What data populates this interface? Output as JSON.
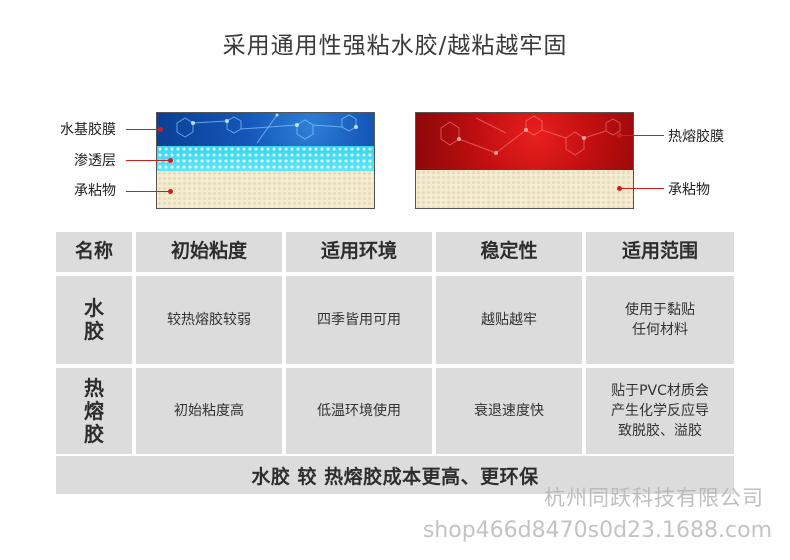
{
  "title": "采用通用性强粘水胶/越粘越牢固",
  "diagram": {
    "left_labels": {
      "water_film": "水基胶膜",
      "penetration": "渗透层",
      "substrate": "承粘物"
    },
    "right_labels": {
      "hotmelt_film": "热熔胶膜",
      "substrate": "承粘物"
    }
  },
  "table": {
    "headers": [
      "名称",
      "初始粘度",
      "适用环境",
      "稳定性",
      "适用范围"
    ],
    "rows": [
      {
        "name_chars": [
          "水",
          "胶"
        ],
        "cells": [
          "较热熔胶较弱",
          "四季皆用可用",
          "越贴越牢",
          "使用于黏贴\n任何材料"
        ]
      },
      {
        "name_chars": [
          "热",
          "熔",
          "胶"
        ],
        "cells": [
          "初始粘度高",
          "低温环境使用",
          "衰退速度快",
          "贴于PVC材质会\n产生化学反应导\n致脱胶、溢胶"
        ]
      }
    ],
    "footer": "水胶 较 热熔胶成本更高、更环保"
  },
  "watermarks": {
    "company": "杭州同跃科技有限公司",
    "shop_url": "shop466d8470s0d23.1688.com"
  },
  "colors": {
    "callout_red": "#d21d1d",
    "water_blue": "#1457b8",
    "penetration_cyan": "#35d5ef",
    "hotmelt_red": "#c20f10",
    "substrate_cream": "#f5ecd2",
    "table_gray": "#dcdcdc"
  }
}
